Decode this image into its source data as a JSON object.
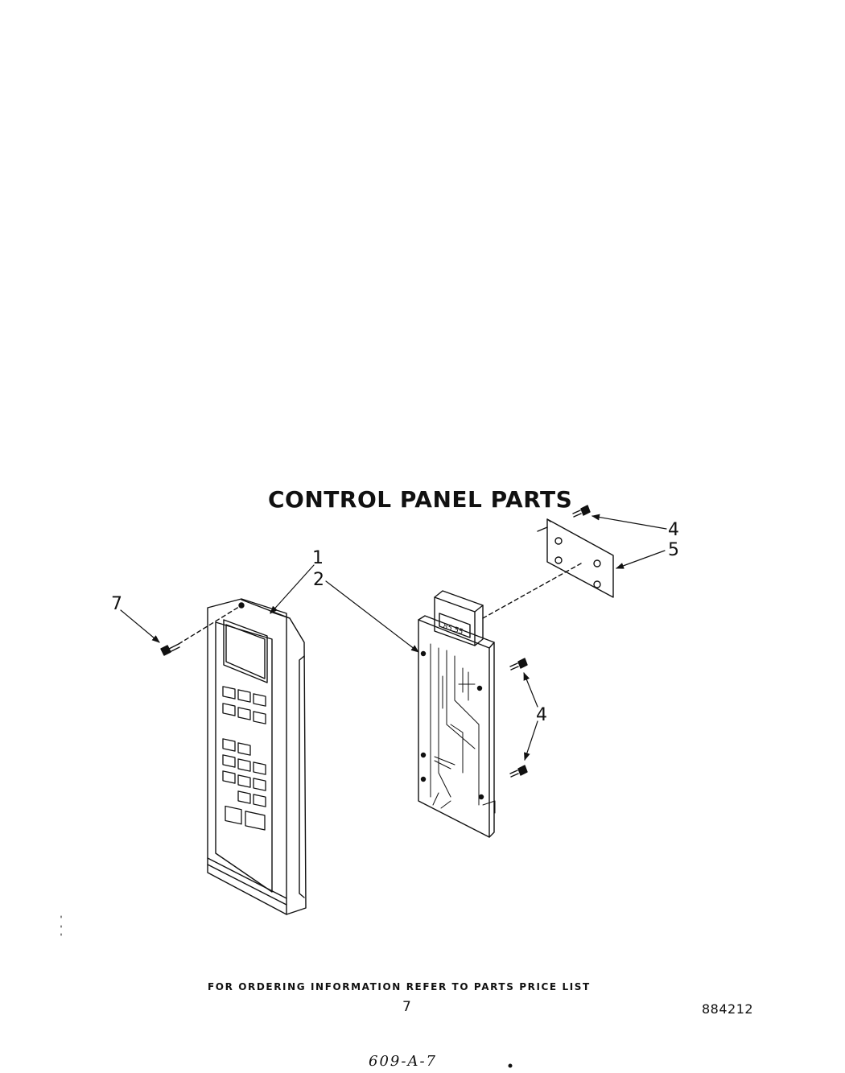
{
  "title": "CONTROL PANEL PARTS",
  "callouts": {
    "c1": "1",
    "c2": "2",
    "c4a": "4",
    "c4b": "4",
    "c5": "5",
    "c7": "7"
  },
  "pcb_display_text": "85 55",
  "footer": "FOR ORDERING INFORMATION REFER TO PARTS PRICE LIST",
  "page_number": "7",
  "diagram_code": "884212",
  "handwritten_note": "609-A-7"
}
